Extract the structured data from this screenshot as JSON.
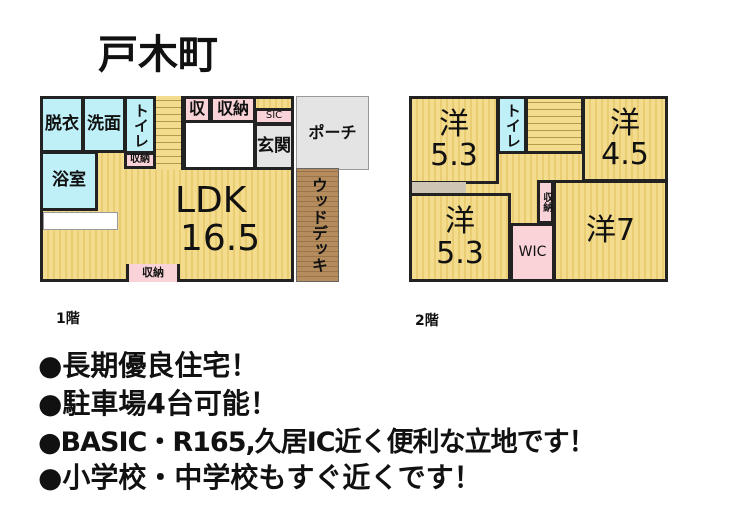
{
  "title": "戸木町",
  "floor1": {
    "label": "1階",
    "rooms": {
      "datsui": "脱衣",
      "senmen": "洗面",
      "toilet": "トイレ",
      "shuno_small": "収納",
      "yokushitsu": "浴室",
      "shu": "収",
      "shuno_top": "収納",
      "sic": "SIC",
      "genkan": "玄関",
      "porch": "ポーチ",
      "ldk": "LDK",
      "ldk_size": "16.5",
      "deck": "ウッドデッキ",
      "shuno_bottom": "収納"
    }
  },
  "floor2": {
    "label": "2階",
    "rooms": {
      "yo1": "洋",
      "yo1_size": "5.3",
      "toilet": "トイレ",
      "yo2": "洋",
      "yo2_size": "4.5",
      "yo3": "洋",
      "yo3_size": "5.3",
      "shuno": "収納",
      "wic": "WIC",
      "yo4": "洋7"
    }
  },
  "features": [
    "●長期優良住宅！",
    "●駐車場4台可能！",
    "●BASIC・R165,久居IC近く便利な立地です！",
    "●小学校・中学校もすぐ近くです！"
  ]
}
